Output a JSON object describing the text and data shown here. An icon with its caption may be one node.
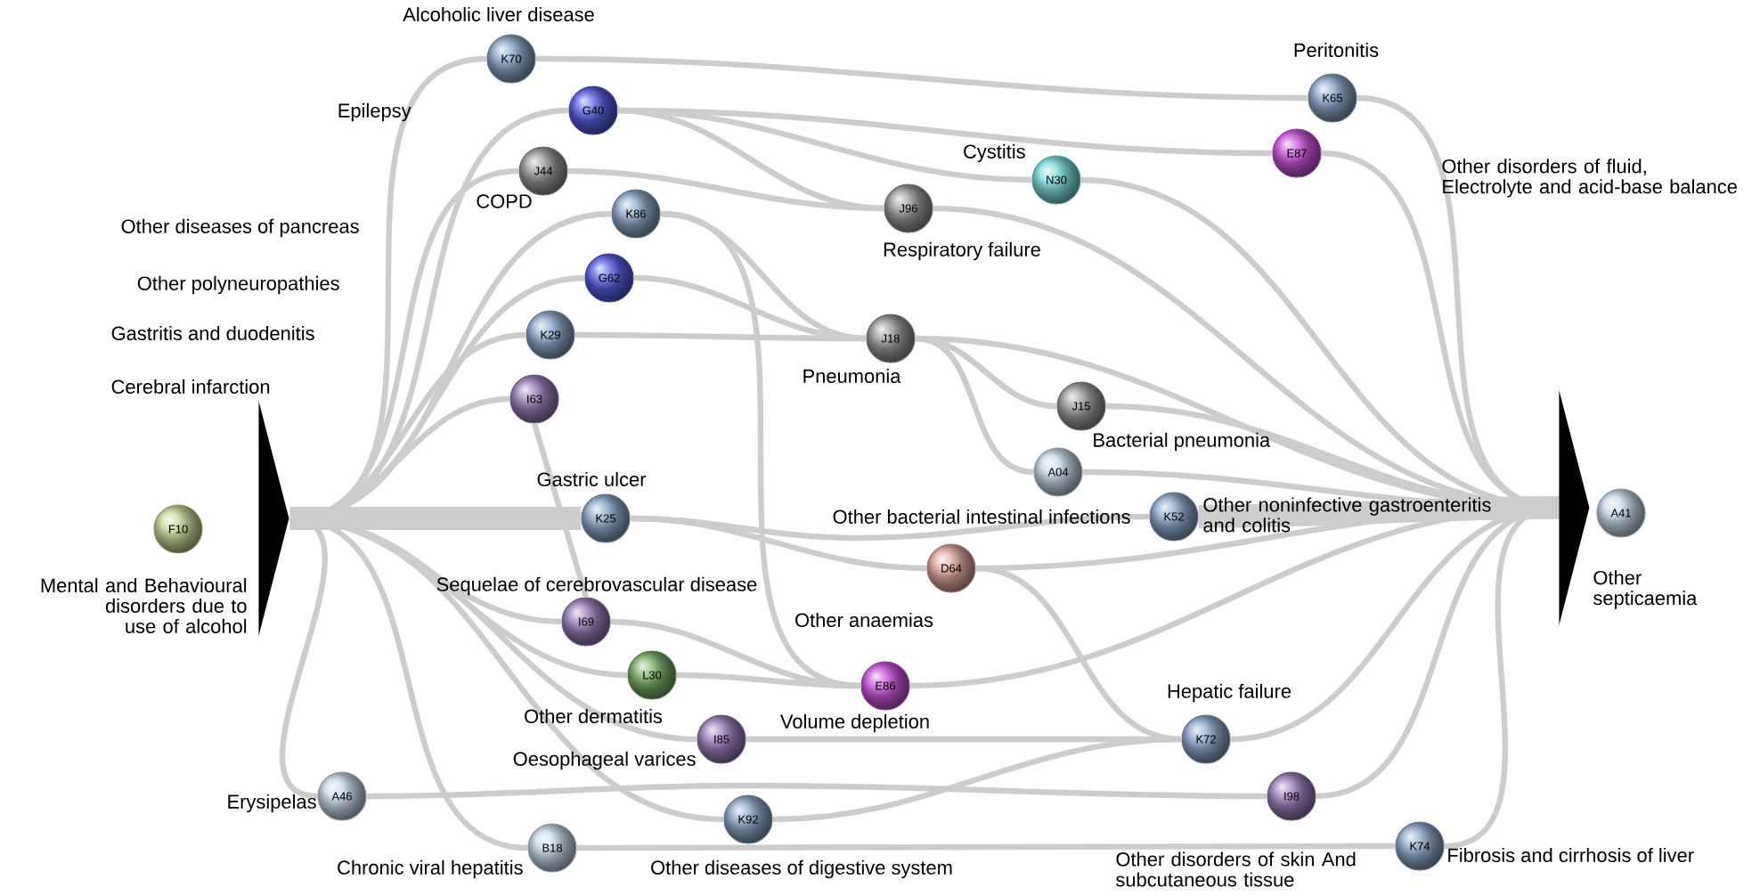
{
  "diagram": {
    "nodes": [
      {
        "text": [
          "F10"
        ]
      },
      {
        "text": [],
        "shape": "triangle"
      },
      {
        "text": [
          "K70"
        ],
        "beside": [
          "Alcoholic liver disease"
        ]
      },
      {
        "text": [
          "G40"
        ]
      },
      {
        "text": [
          "J44"
        ],
        "beside": [
          "COPD"
        ]
      },
      {
        "text": [
          "K86"
        ]
      },
      {
        "text": [
          "G62"
        ]
      },
      {
        "text": [
          "K29"
        ]
      },
      {
        "text": [
          "I63"
        ]
      },
      {
        "text": [
          "J96"
        ],
        "beside": [
          "Respiratory failure"
        ]
      },
      {
        "text": [
          "N30"
        ],
        "beside": [
          "Cystitis"
        ]
      },
      {
        "text": [
          "K65"
        ],
        "beside": [
          "Peritonitis"
        ]
      },
      {
        "text": [
          "E87"
        ]
      },
      {
        "text": [
          "J18"
        ],
        "beside": [
          "Pneumonia"
        ]
      },
      {
        "text": [
          "J15"
        ],
        "beside": [
          "Bacterial pneumonia"
        ]
      },
      {
        "text": [
          "A04"
        ],
        "beside": [
          "Other bacterial intestinal infections"
        ]
      },
      {
        "text": [
          "K25"
        ],
        "beside": [
          "Gastric ulcer"
        ]
      },
      {
        "text": [
          "K52"
        ],
        "beside": [
          "Other noninfective gastroenteritis and colitis"
        ]
      },
      {
        "text": [
          "D64"
        ],
        "beside": [
          "Other anaemias"
        ]
      },
      {
        "text": [
          "I69"
        ],
        "beside": [
          "Sequelae of cerebrovascular disease"
        ]
      },
      {
        "text": [
          "L30"
        ],
        "beside": [
          "Other dermatitis"
        ]
      },
      {
        "text": [
          "E86"
        ],
        "beside": [
          "Volume depletion"
        ]
      },
      {
        "text": [
          "I85"
        ],
        "beside": [
          "Oesophageal varices"
        ]
      },
      {
        "text": [
          "K72"
        ],
        "beside": [
          "Hepatic failure"
        ]
      },
      {
        "text": [
          "A46"
        ],
        "beside": [
          "Erysipelas"
        ]
      },
      {
        "text": [
          "K92"
        ],
        "beside": [
          "Other diseases of digestive system"
        ]
      },
      {
        "text": [
          "I98"
        ],
        "beside": [
          "Other disorders of skin And subcutaneous tissue"
        ]
      },
      {
        "text": [
          "B18"
        ],
        "beside": [
          "Chronic viral hepatitis"
        ]
      },
      {
        "text": [
          "K74"
        ],
        "beside": [
          "Fibrosis and cirrhosis of liver"
        ]
      },
      {
        "text": [],
        "shape": "triangle"
      },
      {
        "text": [
          "A41"
        ]
      }
    ],
    "labels": [
      "Epilepsy",
      "Other disorders of fluid, Electrolyte and acid-base balance",
      "Other diseases of pancreas",
      "Other polyneuropathies",
      "Gastritis and duodenitis",
      "Cerebral infarction",
      "Other septicaemia",
      "Mental and Behavioural disorders due to use of alcohol"
    ],
    "edges": [
      {
        "from": 1,
        "to": 2,
        "arrow": "none"
      },
      {
        "from": 1,
        "to": 3,
        "arrow": "none"
      },
      {
        "from": 1,
        "to": 4,
        "arrow": "none"
      },
      {
        "from": 1,
        "to": 5,
        "arrow": "none"
      },
      {
        "from": 1,
        "to": 6,
        "arrow": "none"
      },
      {
        "from": 1,
        "to": 7,
        "arrow": "none"
      },
      {
        "from": 1,
        "to": 8,
        "arrow": "none"
      },
      {
        "from": 1,
        "to": 16,
        "arrow": "none",
        "style": "thick"
      },
      {
        "from": 1,
        "to": 19,
        "arrow": "none"
      },
      {
        "from": 1,
        "to": 20,
        "arrow": "none"
      },
      {
        "from": 1,
        "to": 22,
        "arrow": "none"
      },
      {
        "from": 1,
        "to": 24,
        "arrow": "none"
      },
      {
        "from": 1,
        "to": 25,
        "arrow": "none"
      },
      {
        "from": 1,
        "to": 27,
        "arrow": "none"
      },
      {
        "from": 2,
        "to": 11,
        "arrow": "none"
      },
      {
        "from": 3,
        "to": 12,
        "arrow": "none"
      },
      {
        "from": 3,
        "to": 10,
        "arrow": "none"
      },
      {
        "from": 3,
        "to": 9,
        "arrow": "none"
      },
      {
        "from": 4,
        "to": 9,
        "arrow": "none"
      },
      {
        "from": 5,
        "to": 13,
        "arrow": "none"
      },
      {
        "from": 6,
        "to": 13,
        "arrow": "none"
      },
      {
        "from": 7,
        "to": 13,
        "arrow": "none"
      },
      {
        "from": 5,
        "to": 21,
        "arrow": "none"
      },
      {
        "from": 8,
        "to": 19,
        "arrow": "none"
      },
      {
        "from": 13,
        "to": 14,
        "arrow": "none"
      },
      {
        "from": 13,
        "to": 15,
        "arrow": "none"
      },
      {
        "from": 16,
        "to": 17,
        "arrow": "none"
      },
      {
        "from": 16,
        "to": 18,
        "arrow": "none"
      },
      {
        "from": 18,
        "to": 23,
        "arrow": "none"
      },
      {
        "from": 19,
        "to": 21,
        "arrow": "none"
      },
      {
        "from": 20,
        "to": 21,
        "arrow": "none"
      },
      {
        "from": 22,
        "to": 23,
        "arrow": "none"
      },
      {
        "from": 25,
        "to": 23,
        "arrow": "none"
      },
      {
        "from": 24,
        "to": 26,
        "arrow": "none"
      },
      {
        "from": 27,
        "to": 28,
        "arrow": "none"
      },
      {
        "from": 9,
        "to": 29,
        "arrow": "none"
      },
      {
        "from": 10,
        "to": 29,
        "arrow": "none"
      },
      {
        "from": 11,
        "to": 29,
        "arrow": "none"
      },
      {
        "from": 12,
        "to": 29,
        "arrow": "none"
      },
      {
        "from": 13,
        "to": 29,
        "arrow": "none"
      },
      {
        "from": 14,
        "to": 29,
        "arrow": "none"
      },
      {
        "from": 15,
        "to": 29,
        "arrow": "none"
      },
      {
        "from": 17,
        "to": 29,
        "arrow": "none",
        "style": "thick"
      },
      {
        "from": 18,
        "to": 29,
        "arrow": "none"
      },
      {
        "from": 21,
        "to": 29,
        "arrow": "none"
      },
      {
        "from": 23,
        "to": 29,
        "arrow": "none"
      },
      {
        "from": 26,
        "to": 29,
        "arrow": "none"
      },
      {
        "from": 28,
        "to": 29,
        "arrow": "none"
      }
    ]
  }
}
